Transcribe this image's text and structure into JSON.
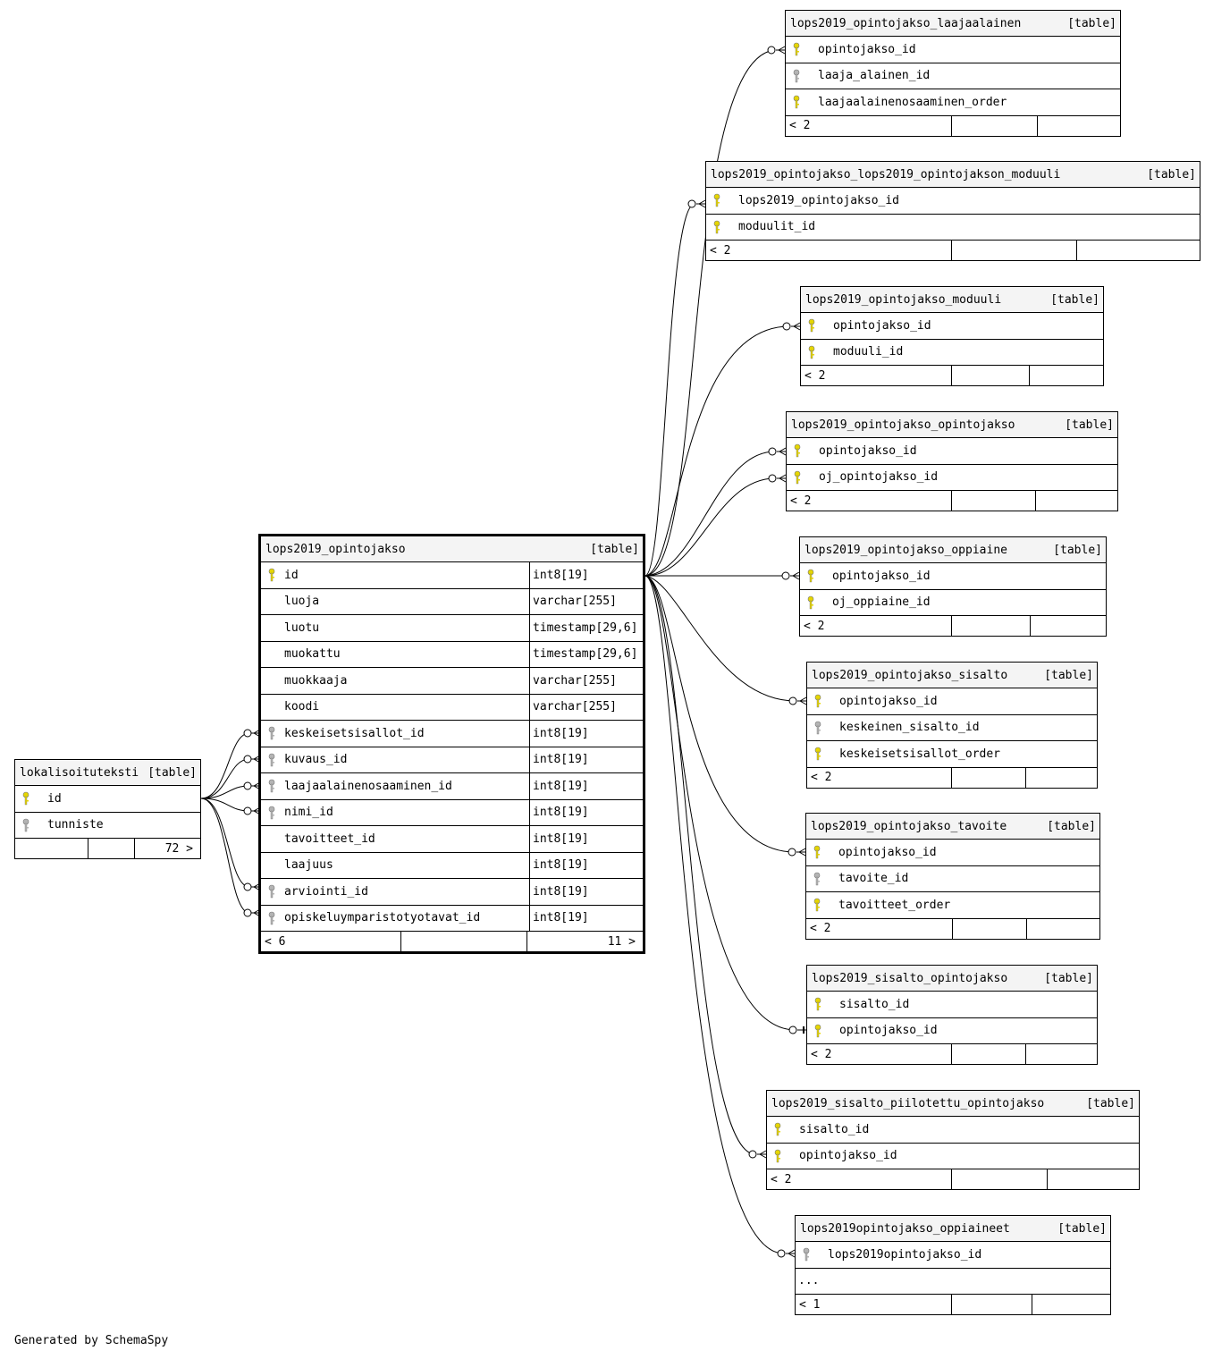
{
  "colors": {
    "primary_key": "#e6d600",
    "foreign_key": "#b4b4b4",
    "header_bg": "#f4f4f4"
  },
  "tables": [
    {
      "id": "laajaalainen",
      "name": "lops2019_opintojakso_laajaalainen",
      "tag": "[table]",
      "columns": [
        {
          "name": "opintojakso_id",
          "key": "primary"
        },
        {
          "name": "laaja_alainen_id",
          "key": "foreign"
        },
        {
          "name": "laajaalainenosaaminen_order",
          "key": "primary"
        }
      ],
      "footer": {
        "left": "< 2",
        "right": ""
      }
    },
    {
      "id": "ojmoduuli",
      "name": "lops2019_opintojakso_lops2019_opintojakson_moduuli",
      "tag": "[table]",
      "columns": [
        {
          "name": "lops2019_opintojakso_id",
          "key": "primary"
        },
        {
          "name": "moduulit_id",
          "key": "primary"
        }
      ],
      "footer": {
        "left": "< 2",
        "right": ""
      }
    },
    {
      "id": "moduuli",
      "name": "lops2019_opintojakso_moduuli",
      "tag": "[table]",
      "columns": [
        {
          "name": "opintojakso_id",
          "key": "primary"
        },
        {
          "name": "moduuli_id",
          "key": "primary"
        }
      ],
      "footer": {
        "left": "< 2",
        "right": ""
      }
    },
    {
      "id": "ojoj",
      "name": "lops2019_opintojakso_opintojakso",
      "tag": "[table]",
      "columns": [
        {
          "name": "opintojakso_id",
          "key": "primary"
        },
        {
          "name": "oj_opintojakso_id",
          "key": "primary"
        }
      ],
      "footer": {
        "left": "< 2",
        "right": ""
      }
    },
    {
      "id": "oppiaine",
      "name": "lops2019_opintojakso_oppiaine",
      "tag": "[table]",
      "columns": [
        {
          "name": "opintojakso_id",
          "key": "primary"
        },
        {
          "name": "oj_oppiaine_id",
          "key": "primary"
        }
      ],
      "footer": {
        "left": "< 2",
        "right": ""
      }
    },
    {
      "id": "sisalto",
      "name": "lops2019_opintojakso_sisalto",
      "tag": "[table]",
      "columns": [
        {
          "name": "opintojakso_id",
          "key": "primary"
        },
        {
          "name": "keskeinen_sisalto_id",
          "key": "foreign"
        },
        {
          "name": "keskeisetsisallot_order",
          "key": "primary"
        }
      ],
      "footer": {
        "left": "< 2",
        "right": ""
      }
    },
    {
      "id": "tavoite",
      "name": "lops2019_opintojakso_tavoite",
      "tag": "[table]",
      "columns": [
        {
          "name": "opintojakso_id",
          "key": "primary"
        },
        {
          "name": "tavoite_id",
          "key": "foreign"
        },
        {
          "name": "tavoitteet_order",
          "key": "primary"
        }
      ],
      "footer": {
        "left": "< 2",
        "right": ""
      }
    },
    {
      "id": "sisaltooj",
      "name": "lops2019_sisalto_opintojakso",
      "tag": "[table]",
      "columns": [
        {
          "name": "sisalto_id",
          "key": "primary"
        },
        {
          "name": "opintojakso_id",
          "key": "primary"
        }
      ],
      "footer": {
        "left": "< 2",
        "right": ""
      }
    },
    {
      "id": "piilotettu",
      "name": "lops2019_sisalto_piilotettu_opintojakso",
      "tag": "[table]",
      "columns": [
        {
          "name": "sisalto_id",
          "key": "primary"
        },
        {
          "name": "opintojakso_id",
          "key": "primary"
        }
      ],
      "footer": {
        "left": "< 2",
        "right": ""
      }
    },
    {
      "id": "oppiaineet",
      "name": "lops2019opintojakso_oppiaineet",
      "tag": "[table]",
      "columns": [
        {
          "name": "lops2019opintojakso_id",
          "key": "foreign"
        }
      ],
      "more": "...",
      "footer": {
        "left": "< 1",
        "right": ""
      }
    },
    {
      "id": "lokalisoituteksti",
      "name": "lokalisoituteksti",
      "tag": "[table]",
      "columns": [
        {
          "name": "id",
          "key": "primary"
        },
        {
          "name": "tunniste",
          "key": "foreign"
        }
      ],
      "footer": {
        "left": "",
        "right": "72 >"
      }
    },
    {
      "id": "main",
      "name": "lops2019_opintojakso",
      "tag": "[table]",
      "columns": [
        {
          "name": "id",
          "type": "int8[19]",
          "key": "primary"
        },
        {
          "name": "luoja",
          "type": "varchar[255]",
          "key": "none"
        },
        {
          "name": "luotu",
          "type": "timestamp[29,6]",
          "key": "none"
        },
        {
          "name": "muokattu",
          "type": "timestamp[29,6]",
          "key": "none"
        },
        {
          "name": "muokkaaja",
          "type": "varchar[255]",
          "key": "none"
        },
        {
          "name": "koodi",
          "type": "varchar[255]",
          "key": "none"
        },
        {
          "name": "keskeisetsisallot_id",
          "type": "int8[19]",
          "key": "foreign"
        },
        {
          "name": "kuvaus_id",
          "type": "int8[19]",
          "key": "foreign"
        },
        {
          "name": "laajaalainenosaaminen_id",
          "type": "int8[19]",
          "key": "foreign"
        },
        {
          "name": "nimi_id",
          "type": "int8[19]",
          "key": "foreign"
        },
        {
          "name": "tavoitteet_id",
          "type": "int8[19]",
          "key": "none"
        },
        {
          "name": "laajuus",
          "type": "int8[19]",
          "key": "none"
        },
        {
          "name": "arviointi_id",
          "type": "int8[19]",
          "key": "foreign"
        },
        {
          "name": "opiskeluymparistotyotavat_id",
          "type": "int8[19]",
          "key": "foreign"
        }
      ],
      "footer": {
        "left": "< 6",
        "right": "11 >"
      }
    }
  ],
  "credit": "Generated by SchemaSpy"
}
